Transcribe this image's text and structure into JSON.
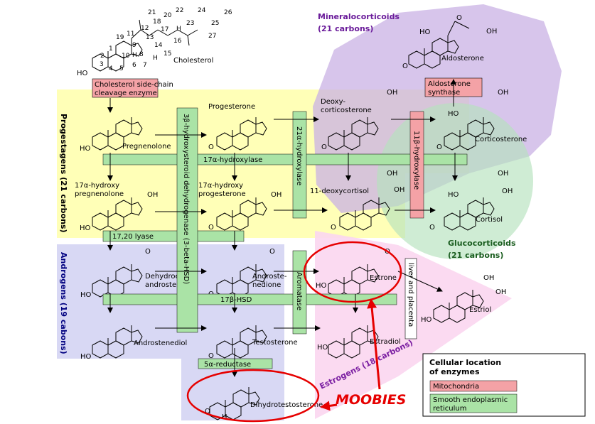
{
  "colors": {
    "progestagen_bg": "#ffffaa",
    "androgen_bg": "#d8d8f4",
    "estrogen_bg": "#fbd6f0",
    "mineralo_bg": "#c9b2e4",
    "gluco_bg": "#b6e2bd",
    "mito": "#f4a2a6",
    "er": "#aae3a6",
    "moobies": "#e60000"
  },
  "groups": {
    "progestagens": "Progestagens (21 carbons)",
    "androgens": "Androgens (19 cabons)",
    "estrogens": "Estrogens (18 carbons)",
    "mineralo_title": "Mineralocorticoids",
    "mineralo_sub": "(21 carbons)",
    "gluco_title": "Glucocorticoids",
    "gluco_sub": "(21 carbons)"
  },
  "molecules": {
    "cholesterol": "Cholesterol",
    "pregnenolone": "Pregnenolone",
    "progesterone": "Progesterone",
    "deoxycorticosterone_1": "Deoxy-",
    "deoxycorticosterone_2": "corticosterone",
    "corticosterone": "Corticosterone",
    "aldosterone": "Aldosterone",
    "hp_pregnenolone_1": "17α-hydroxy",
    "hp_pregnenolone_2": "pregnenolone",
    "hp_progesterone_1": "17α-hydroxy",
    "hp_progesterone_2": "progesterone",
    "deoxycortisol": "11-deoxycortisol",
    "cortisol": "Cortisol",
    "dhea_1": "Dehydroepi-",
    "dhea_2": "androsterone",
    "androstenedione_1": "Androste-",
    "androstenedione_2": "nedione",
    "estrone": "Estrone",
    "estriol": "Estriol",
    "androstenediol": "Androstenediol",
    "testosterone": "Testosterone",
    "estradiol": "Estradiol",
    "dht": "Dihydrotestosterone"
  },
  "enzymes": {
    "scc_1": "Cholesterol side-chain",
    "scc_2": "cleavage enzyme",
    "aldo_synth_1": "Aldosterone",
    "aldo_synth_2": "synthase",
    "hydroxylase17": "17α-hydroxylase",
    "lyase": "17,20 lyase",
    "hsd3b": "3β-hydroxysteroid dehydrogenase (3-beta-HSD)",
    "hydroxylase21": "21α-hydroxylase",
    "hydroxylase11": "11β-hydroxylase",
    "hsd17b": "17β-HSD",
    "aromatase": "Aromatase",
    "liver": "liver and placenta",
    "reductase5a": "5α-reductase"
  },
  "carbon_numbers": [
    "21",
    "20",
    "22",
    "24",
    "26",
    "18",
    "23",
    "25",
    "19",
    "11",
    "12",
    "17",
    "H",
    "16",
    "13",
    "27",
    "1",
    "2",
    "9",
    "14",
    "15",
    "10",
    "H",
    "8",
    "H",
    "3",
    "4",
    "5",
    "6",
    "7",
    "HO"
  ],
  "atom_labels": {
    "ho": "HO",
    "oh": "OH",
    "o": "O",
    "h": "H"
  },
  "legend": {
    "title_1": "Cellular location",
    "title_2": "of enzymes",
    "mito": "Mitochondria",
    "er_1": "Smooth endoplasmic",
    "er_2": "reticulum"
  },
  "annotation": {
    "moobies": "MOOBIES"
  }
}
